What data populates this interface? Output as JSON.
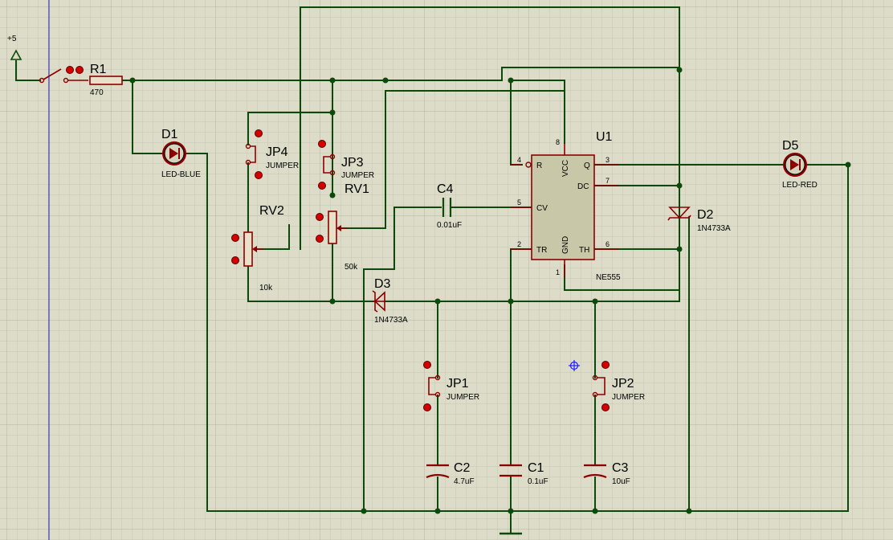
{
  "power": {
    "label": "+5"
  },
  "components": {
    "r1": {
      "ref": "R1",
      "value": "470"
    },
    "d1": {
      "ref": "D1",
      "value": "LED-BLUE"
    },
    "jp4": {
      "ref": "JP4",
      "value": "JUMPER"
    },
    "jp3": {
      "ref": "JP3",
      "value": "JUMPER"
    },
    "rv1": {
      "ref": "RV1",
      "value": "50k"
    },
    "rv2": {
      "ref": "RV2",
      "value": "10k"
    },
    "c4": {
      "ref": "C4",
      "value": "0.01uF"
    },
    "u1": {
      "ref": "U1",
      "value": "NE555"
    },
    "d2": {
      "ref": "D2",
      "value": "1N4733A"
    },
    "d5": {
      "ref": "D5",
      "value": "LED-RED"
    },
    "d3": {
      "ref": "D3",
      "value": "1N4733A"
    },
    "jp1": {
      "ref": "JP1",
      "value": "JUMPER"
    },
    "jp2": {
      "ref": "JP2",
      "value": "JUMPER"
    },
    "c2": {
      "ref": "C2",
      "value": "4.7uF"
    },
    "c1": {
      "ref": "C1",
      "value": "0.1uF"
    },
    "c3": {
      "ref": "C3",
      "value": "10uF"
    }
  },
  "u1_pins": {
    "r": "R",
    "vcc": "VCC",
    "q": "Q",
    "dc": "DC",
    "cv": "CV",
    "tr": "TR",
    "gnd": "GND",
    "th": "TH",
    "n4": "4",
    "n8": "8",
    "n3": "3",
    "n7": "7",
    "n5": "5",
    "n2": "2",
    "n1": "1",
    "n6": "6"
  },
  "colors": {
    "background": "#dcdcc8",
    "grid": "#c4c4b0",
    "wire": "#0b4a0b",
    "component": "#8b0000",
    "ic_body": "#c8c8a8",
    "margin_line": "#2020c0"
  }
}
